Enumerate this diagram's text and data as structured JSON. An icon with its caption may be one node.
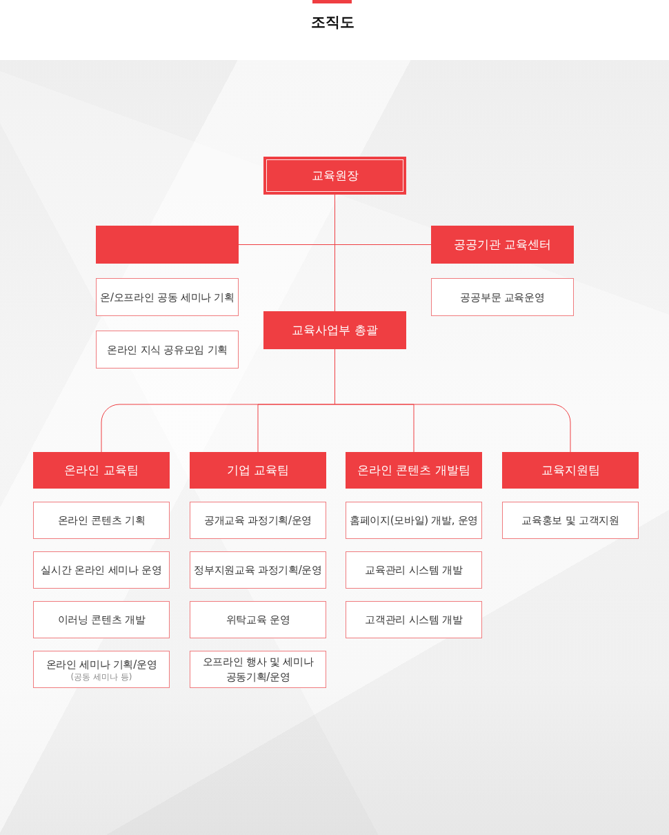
{
  "diagram": {
    "title": "조직도",
    "nodes": [
      {
        "text": [
          "교육원장"
        ]
      },
      {
        "text": [],
        "shape": "box"
      },
      {
        "text": [
          "온/오프라인 공동 세미나 기획"
        ]
      },
      {
        "text": [
          "온라인 지식 공유모임 기획"
        ]
      },
      {
        "text": [
          "공공기관 교육센터"
        ]
      },
      {
        "text": [
          "공공부문 교육운영"
        ]
      },
      {
        "text": [
          "교육사업부 총괄"
        ]
      },
      {
        "text": [
          "온라인 교육팀"
        ]
      },
      {
        "text": [
          "기업 교육팀"
        ]
      },
      {
        "text": [
          "온라인 콘텐츠 개발팀"
        ]
      },
      {
        "text": [
          "교육지원팀"
        ]
      },
      {
        "text": [
          "온라인 콘텐츠 기획"
        ]
      },
      {
        "text": [
          "실시간 온라인 세미나 운영"
        ]
      },
      {
        "text": [
          "이러닝 콘텐츠 개발"
        ]
      },
      {
        "text": [
          "온라인 세미나 기획/운영",
          "(공동 세미나 등)"
        ]
      },
      {
        "text": [
          "공개교육 과정기획/운영"
        ]
      },
      {
        "text": [
          "정부지원교육 과정기획/운영"
        ]
      },
      {
        "text": [
          "위탁교육 운영"
        ]
      },
      {
        "text": [
          "오프라인 행사 및 세미나 공동기획/운영"
        ]
      },
      {
        "text": [
          "홈페이지(모바일) 개발, 운영"
        ]
      },
      {
        "text": [
          "교육관리 시스템 개발"
        ]
      },
      {
        "text": [
          "고객관리 시스템 개발"
        ]
      },
      {
        "text": [
          "교육홍보 및 고객지원"
        ]
      }
    ],
    "edges": [
      {
        "from": 0,
        "to": 6,
        "arrow": "none"
      },
      {
        "from": 0,
        "to": 1,
        "arrow": "none"
      },
      {
        "from": 0,
        "to": 4,
        "arrow": "none"
      },
      {
        "from": 6,
        "to": 7,
        "arrow": "none"
      },
      {
        "from": 6,
        "to": 8,
        "arrow": "none"
      },
      {
        "from": 6,
        "to": 9,
        "arrow": "none"
      },
      {
        "from": 6,
        "to": 10,
        "arrow": "none"
      }
    ]
  }
}
